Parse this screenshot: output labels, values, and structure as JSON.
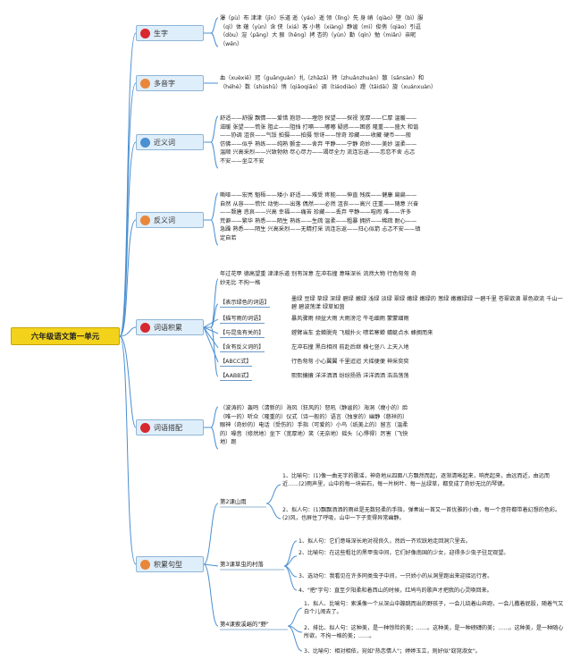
{
  "root": {
    "title": "六年级语文第一单元"
  },
  "categories": [
    {
      "label": "生字"
    },
    {
      "label": "多音字"
    },
    {
      "label": "近义词"
    },
    {
      "label": "反义词"
    },
    {
      "label": "词语积累"
    },
    {
      "label": "词语搭配"
    },
    {
      "label": "积累句型"
    }
  ],
  "shengzi": [
    "瀑（pù）布 津津（jīn）乐道 遥（yáo）遥 领（lǐng）先 身 峭（qiào）壁（bì）服",
    "（qì）体 蕴（yùn）含 侠（xiá）客 小巷（xiàng）静谧（mì）俊俏（qiào）引逗",
    "（dòu）渲（pāng）大 狠（hěng）拷 杏的（yùn）勤（qín）勉（miǎn）亲昵",
    "（wěn）"
  ],
  "duoyinzi": [
    "血（xuèxiě）冠（guānguàn）扎（zhāzā）转（zhuǎnzhuàn）散（sǎnsàn）和",
    "（héhè）数（shùshǔ）悄（qiǎoqiāo）调（tiáodiào）蹬（tāidāi）旋（xuánxuàn）"
  ],
  "jinyici": [
    "舒适——舒服 飘情——爱惜 抱怨——埋怨 探望——探视 宽厚——仁厚 温暖——",
    "滋暖 张望——慌张 阻止——阻挡 打嗝——嘟嘟 疑惑——困惑 隆重——盛大 和谐",
    "——协调 沮丧——气馁 拍摄——拍摄 惊讶——惊奇 珍藏——收藏 硬币——般",
    "仿佛——似乎 熟练——纯熟 颤金——舍弃 平静——宁静 奇妙——美妙 温柔——",
    "温顺 兴高采烈——兴致勃勃 尽心尽力——竭尽全力 流连忘返——恋恋不舍 忐忑",
    "不安——坐立不安"
  ],
  "fanyici": [
    "嘶哑——宏亮 魁梧——矮小 舒适——难受 疼能——伸直 残疾——健康 扁扁——",
    "自然 从容——慌忙 动弛——出落 偶然——必然 沮丧——高兴 庄重——随意 兴奋",
    "——颓唐 悲哀——兴高 幸福——痛苦 珍藏——丢弃 平静——喧闹 难——许多",
    "荒僻——繁华 熟悉——陌生 熟练——生疏 温柔——粗暴 拥挤——稀疏 耐心——",
    "急躁 熟悉——陌生 兴高采烈——无精打采 流连忘返——归心似箭 忐忑不安——镇",
    "定自若"
  ],
  "ciyu": {
    "intro": [
      "年过花甲 德高望重 津津乐道 别有深意 左冲右撞 意味深长 流然大物 行色匆匆 奇",
      "妙无比 不拘一格"
    ],
    "rows": [
      {
        "label": "【表示绿色的词语】",
        "text": "墨绿 豆绿 草绿 深绿 碧绿 嫩绿 浅绿 淡绿 翠绿 嫩绿 嫩绿的 葱绿 嫩嫩绿绿 一碧千里 苍翠欲滴 翠色欲流 千山一碧 碧波荡漾 绿草如茵"
      },
      {
        "label": "【描写雨的词语】",
        "text": "暴风骤雨 倾盆大雨 大雨滂沱 牛毛细雨 蒙蒙细雨"
      },
      {
        "label": "【与昆虫有关的】",
        "text": "螳臂当车 金蝉脱壳 飞蛾扑火 噤若寒蝉 蜻蜓点水 蜂拥而来"
      },
      {
        "label": "【含有反义词的】",
        "text": "左冲右撞 黑白相间 前赴后继 横七竖八 上天入地"
      },
      {
        "label": "【ABCC式】",
        "text": "行色匆匆 小心翼翼 千里迢迢 大摇便便 神采奕奕"
      },
      {
        "label": "【AABB式】",
        "text": "熙熙攘攘 洋洋洒洒 纷纷扬扬 洋洋洒洒 浩浩荡荡"
      }
    ]
  },
  "dapei": [
    "（波涛的）轰鸣（清新的）海风（狂风的）怒吼（静谧的）海洞（瘦小的）脸",
    "（唯一的）听众（隆重的）仪式（诗一般的）语言（独享的）幽静（慈祥的）",
    "眼神（奇妙的）电话（受伤的）手指（可爱的）小鸟（纸美上的）留言（温柔",
    "的）噪音（修然地）坐下（宽厚地）笑（无奈地）摇头（心悸得）厉害（飞快",
    "地）跑"
  ],
  "juxing": [
    {
      "lesson": "第2课山雨",
      "items": [
        "1、比喻句：(1)像一曲无字的歌谣，神奇地从四面八方飘然而起，逐渐清晰起来，响亮起来，由远而近，由远而近……(2)雨声里，山中的每一块岩石，每一片树叶、每一丛绿草，都变成了奇妙无比的琴键。",
        "2、拟人句：(1)飘飘洒洒的雨丝是无数轻柔的手指，弹奏出一首又一首优雅的小曲，每一个音符都带着幻想的色彩。(2)风，也屏住了呼吸，山中一下子变得异常幽静。"
      ]
    },
    {
      "lesson": "第3课草虫的村落",
      "items": [
        "1、拟人句：它们意味深长地对视良久，然后一齐欢跃地走回洞穴里去。",
        "2、比喻句：在这些粗壮的黑甲虫中间，它们好像南国的少女，迎得多少虫子驻足观望。",
        "3、选动句：我看见在许多同类虫子中间，一只娇小的从洞里跑出来迎接远行者。",
        "4、\"把\"字句：直至夕阳柔和着西山的时候，红鸠鸟的歌声才把我的心灵唤回来。"
      ]
    },
    {
      "lesson": "第4课索溪峪的\"野\"",
      "items": [
        "1、拟人、比喻句：索溪像一个从深山中蹦跳而出的野孩子，一会儿绕着山奔跑，一会儿撒着屁股，随着气又白个儿闹去了。",
        "2、排比、拟人句：这种美，是一种惊险的美；……。这种美，是一种磅礴的美；……。这种美，是一种随心所欲，不拘一格的美；……。",
        "3、比喻句：相对相依，宛如\"热恋情人\"；婷婷玉立，则好似\"窈窕淑女\"。"
      ]
    }
  ]
}
